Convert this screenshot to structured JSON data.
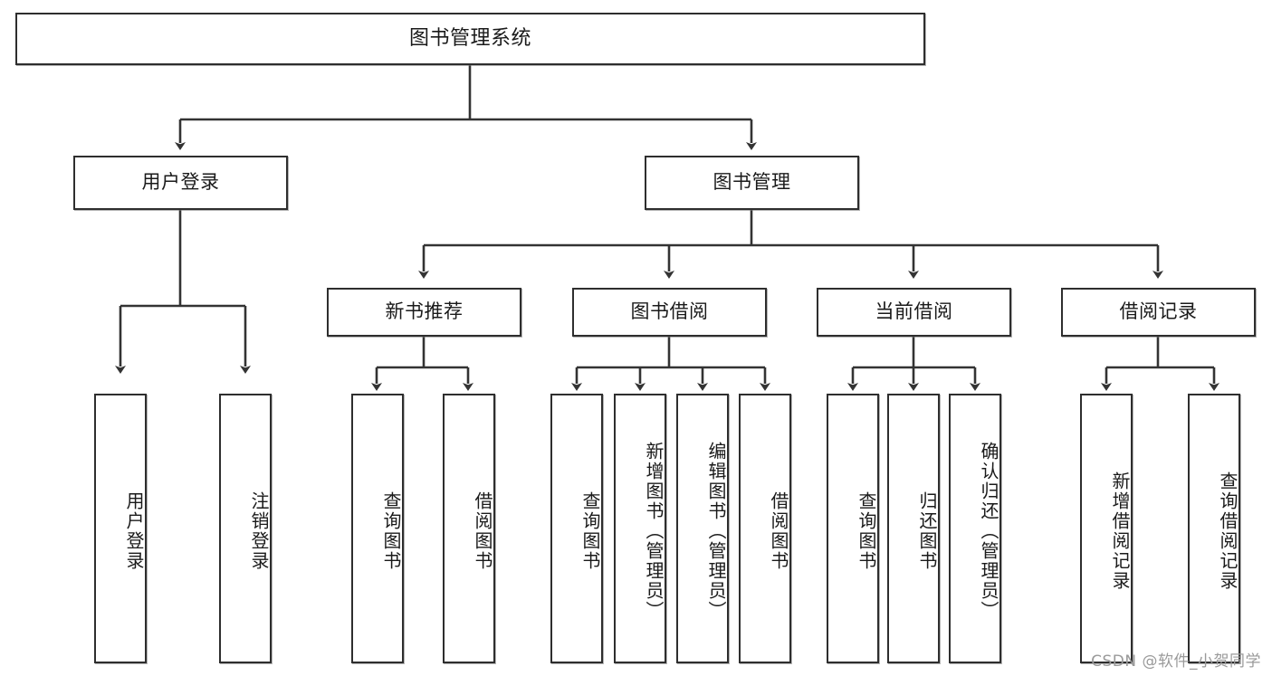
{
  "diagram": {
    "title": "图书管理系统",
    "type": "tree",
    "watermark": "CSDN @软件_小贺同学",
    "colors": {
      "background": "#ffffff",
      "border": "#2e2e2e",
      "edge": "#333333",
      "text": "#1a1a1a",
      "watermark": "#9a9a9a"
    },
    "root": {
      "label": "图书管理系统"
    },
    "level2": [
      {
        "label": "用户登录"
      },
      {
        "label": "图书管理"
      }
    ],
    "level3": [
      {
        "label": "新书推荐"
      },
      {
        "label": "图书借阅"
      },
      {
        "label": "当前借阅"
      },
      {
        "label": "借阅记录"
      }
    ],
    "leaves": {
      "user_login": [
        {
          "label": "用户登录"
        },
        {
          "label": "注销登录"
        }
      ],
      "new_book_recommend": [
        {
          "label": "查询图书"
        },
        {
          "label": "借阅图书"
        }
      ],
      "book_borrow": [
        {
          "label": "查询图书"
        },
        {
          "label": "新增图书（管理员）"
        },
        {
          "label": "编辑图书（管理员）"
        },
        {
          "label": "借阅图书"
        }
      ],
      "current_borrow": [
        {
          "label": "查询图书"
        },
        {
          "label": "归还图书"
        },
        {
          "label": "确认归还（管理员）"
        }
      ],
      "borrow_record": [
        {
          "label": "新增借阅记录"
        },
        {
          "label": "查询借阅记录"
        }
      ]
    }
  }
}
